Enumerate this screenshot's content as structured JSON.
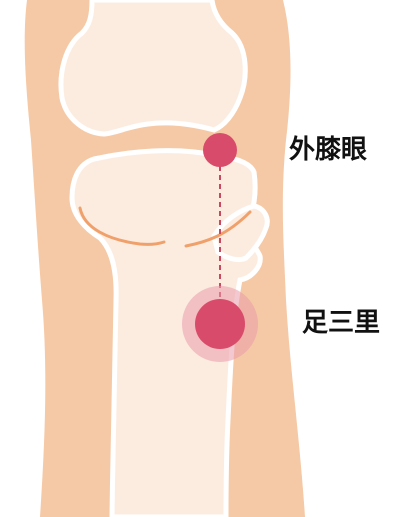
{
  "labels": {
    "upper_point": "外膝眼",
    "lower_point": "足三里"
  },
  "colors": {
    "skin": "#f5c9a6",
    "bone": "#fcece0",
    "outline": "#ffffff",
    "joint_line": "#f0a06b",
    "acupoint": "#d94b6a",
    "acupoint_halo": "#e99aa9",
    "guide_line": "#c9485f",
    "label_text": "#111111",
    "background": "#ffffff"
  },
  "icons": {
    "upper_point": "acupoint-dot",
    "lower_point": "acupoint-dot-with-halo"
  }
}
